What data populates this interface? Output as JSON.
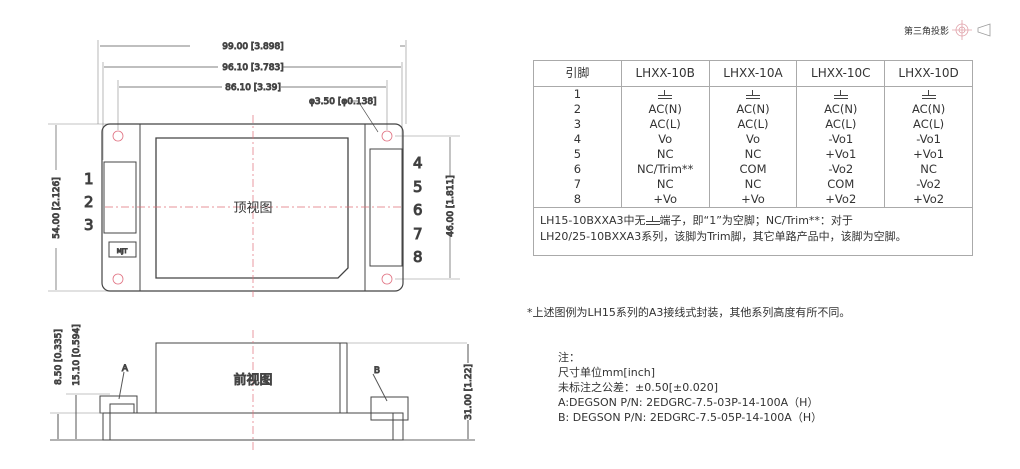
{
  "projection": {
    "label": "第三角投影"
  },
  "top_view": {
    "title": "顶视图",
    "dims": {
      "overall_width": "99.00 [3.898]",
      "pin_span": "96.10 [3.783]",
      "hole_spacing_x": "86.10 [3.39]",
      "hole_dia": "φ3.50 [φ0.138]",
      "overall_height": "54.00 [2.126]",
      "hole_spacing_y": "46.00 [1.811]"
    },
    "left_pins": [
      "1",
      "2",
      "3"
    ],
    "right_pins": [
      "4",
      "5",
      "6",
      "7",
      "8"
    ],
    "logo": "MJT"
  },
  "front_view": {
    "title": "前视图",
    "label_a": "A",
    "label_b": "B",
    "dims": {
      "d1": "8.50 [0.335]",
      "d2": "15.10 [0.594]",
      "height": "31.00 [1.22]"
    }
  },
  "pin_table": {
    "headers": [
      "引脚",
      "LHXX-10B",
      "LHXX-10A",
      "LHXX-10C",
      "LHXX-10D"
    ],
    "rows": [
      [
        "1",
        "⏚",
        "⏚",
        "⏚",
        "⏚"
      ],
      [
        "2",
        "AC(N)",
        "AC(N)",
        "AC(N)",
        "AC(N)"
      ],
      [
        "3",
        "AC(L)",
        "AC(L)",
        "AC(L)",
        "AC(L)"
      ],
      [
        "4",
        "Vo",
        "Vo",
        "-Vo1",
        "-Vo1"
      ],
      [
        "5",
        "NC",
        "NC",
        "+Vo1",
        "+Vo1"
      ],
      [
        "6",
        "NC/Trim**",
        "COM",
        "-Vo2",
        "NC"
      ],
      [
        "7",
        "NC",
        "NC",
        "COM",
        "-Vo2"
      ],
      [
        "8",
        "+Vo",
        "+Vo",
        "+Vo2",
        "+Vo2"
      ]
    ],
    "note_a": "LH15-10BXXA3中无",
    "note_b": "端子，即“1”为空脚；NC/Trim**：对于",
    "note_c": "LH20/25-10BXXA3系列，该脚为Trim脚，其它单路产品中，该脚为空脚。"
  },
  "footnote": "*上述图例为LH15系列的A3接线式封装，其他系列高度有所不同。",
  "notes": {
    "title": "注：",
    "lines": [
      "尺寸单位mm[inch]",
      "未标注之公差：±0.50[±0.020]",
      "A:DEGSON P/N: 2EDGRC-7.5-03P-14-100A（H）",
      "B: DEGSON P/N: 2EDGRC-7.5-05P-14-100A（H）"
    ]
  },
  "colors": {
    "line": "#444444",
    "centerline": "#e0707a"
  }
}
